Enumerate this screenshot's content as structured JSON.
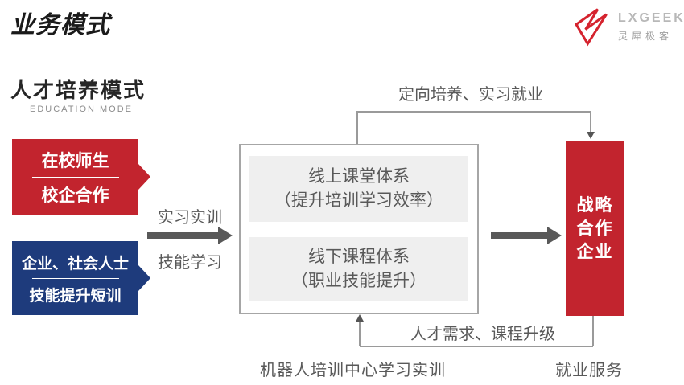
{
  "page": {
    "title": "业务模式",
    "logo": {
      "brand": "LXGEEK",
      "brand_cn": "灵犀极客"
    }
  },
  "section": {
    "heading": "人才培养模式",
    "subheading": "EDUCATION MODE"
  },
  "diagram": {
    "source_boxes": [
      {
        "line1": "在校师生",
        "line2": "校企合作"
      },
      {
        "line1": "企业、社会人士",
        "line2": "技能提升短训"
      }
    ],
    "flow_labels": {
      "top": "实习实训",
      "bottom": "技能学习"
    },
    "center_box": {
      "items": [
        {
          "title": "线上课堂体系",
          "subtitle": "（提升培训学习效率）"
        },
        {
          "title": "线下课程体系",
          "subtitle": "（职业技能提升）"
        }
      ]
    },
    "target_box": {
      "lines": [
        "战略",
        "合作",
        "企业"
      ]
    },
    "loops": {
      "top_label": "定向培养、实习就业",
      "bottom_label": "人才需求、课程升级"
    },
    "captions": {
      "left": "机器人培训中心学习实训",
      "right": "就业服务"
    }
  },
  "colors": {
    "accent_red": "#c2242e",
    "accent_blue": "#1e3b7c",
    "arrow_gray": "#595959",
    "line_gray": "#9a9a9a",
    "panel_gray": "#efefef",
    "logo_red": "#d5232e",
    "logo_gray": "#b8b8b8"
  }
}
